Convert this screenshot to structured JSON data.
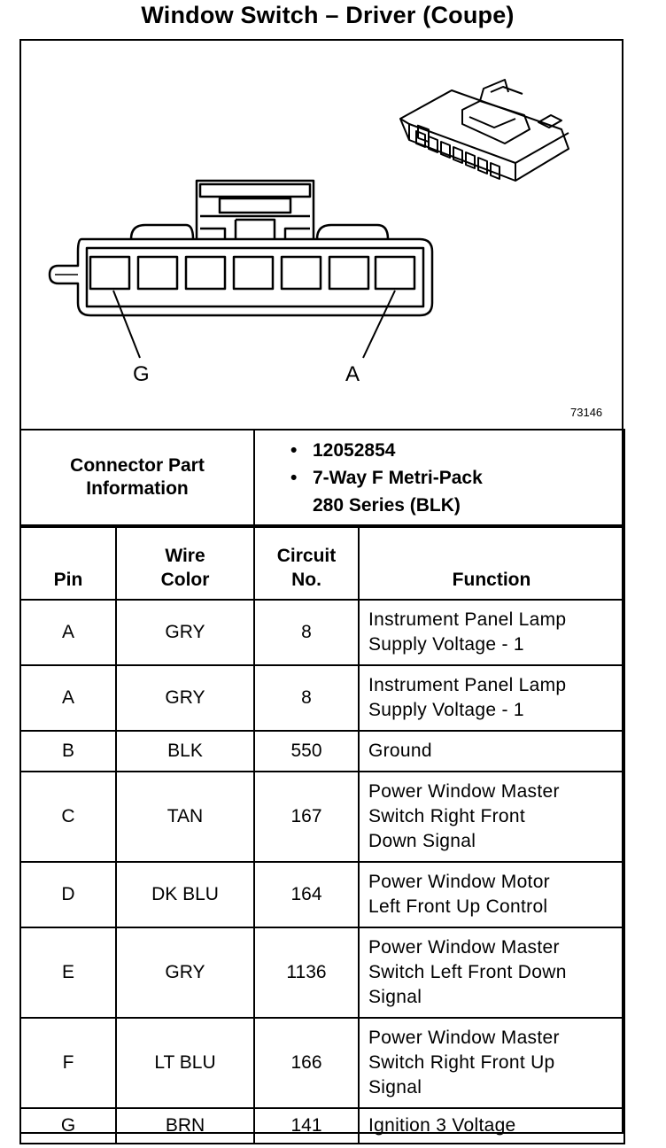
{
  "title": "Window Switch – Driver (Coupe)",
  "diagram": {
    "pin_left_label": "G",
    "pin_right_label": "A",
    "figure_number": "73146"
  },
  "connector_info": {
    "label_line1": "Connector Part",
    "label_line2": "Information",
    "items": [
      "12052854",
      "7-Way F Metri-Pack",
      "280 Series (BLK)"
    ],
    "bullet": "•"
  },
  "headers": {
    "pin": "Pin",
    "wire_color_line1": "Wire",
    "wire_color_line2": "Color",
    "circuit_line1": "Circuit",
    "circuit_line2": "No.",
    "function": "Function"
  },
  "rows": [
    {
      "pin": "A",
      "color": "GRY",
      "circuit": "8",
      "function": [
        "Instrument Panel Lamp",
        "Supply Voltage - 1"
      ]
    },
    {
      "pin": "A",
      "color": "GRY",
      "circuit": "8",
      "function": [
        "Instrument Panel Lamp",
        "Supply Voltage - 1"
      ]
    },
    {
      "pin": "B",
      "color": "BLK",
      "circuit": "550",
      "function": [
        "Ground"
      ]
    },
    {
      "pin": "C",
      "color": "TAN",
      "circuit": "167",
      "function": [
        "Power Window Master",
        "Switch Right Front",
        "Down Signal"
      ]
    },
    {
      "pin": "D",
      "color": "DK BLU",
      "circuit": "164",
      "function": [
        "Power Window Motor",
        "Left Front Up Control"
      ]
    },
    {
      "pin": "E",
      "color": "GRY",
      "circuit": "1136",
      "function": [
        "Power Window Master",
        "Switch Left Front Down",
        "Signal"
      ]
    },
    {
      "pin": "F",
      "color": "LT BLU",
      "circuit": "166",
      "function": [
        "Power Window Master",
        "Switch Right Front Up",
        "Signal"
      ]
    },
    {
      "pin": "G",
      "color": "BRN",
      "circuit": "141",
      "function": [
        "Ignition 3 Voltage"
      ]
    }
  ]
}
